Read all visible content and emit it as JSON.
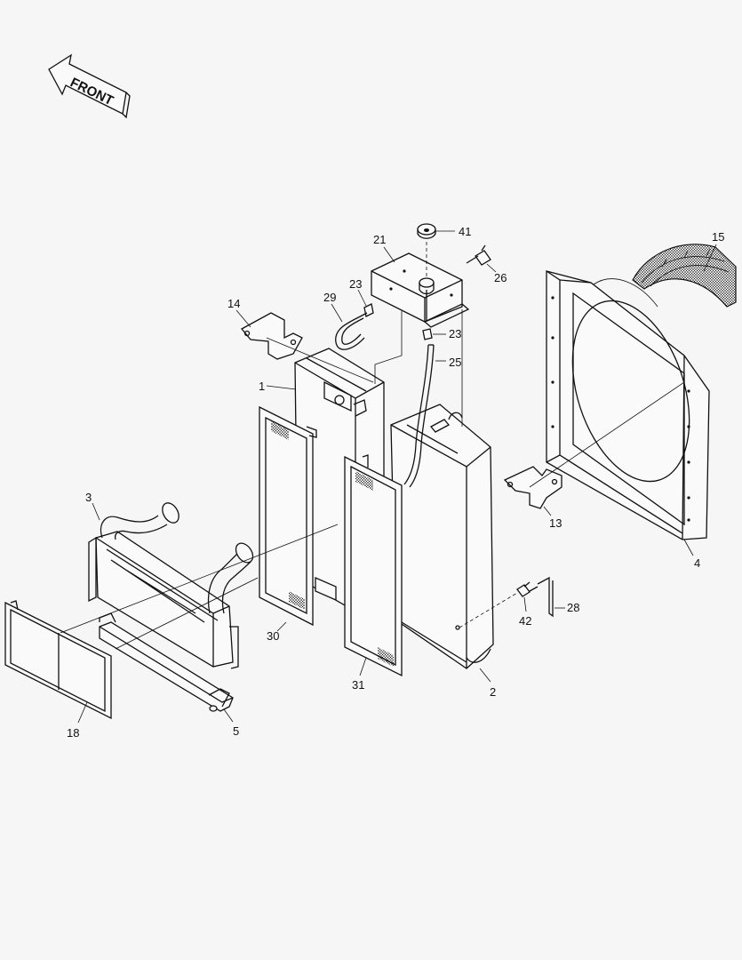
{
  "direction_label": "FRONT",
  "callouts": {
    "c1": "1",
    "c2": "2",
    "c3": "3",
    "c4": "4",
    "c5": "5",
    "c13": "13",
    "c14": "14",
    "c15": "15",
    "c18": "18",
    "c21": "21",
    "c23a": "23",
    "c23b": "23",
    "c25": "25",
    "c26": "26",
    "c28": "28",
    "c29": "29",
    "c30": "30",
    "c31": "31",
    "c41": "41",
    "c42": "42"
  }
}
